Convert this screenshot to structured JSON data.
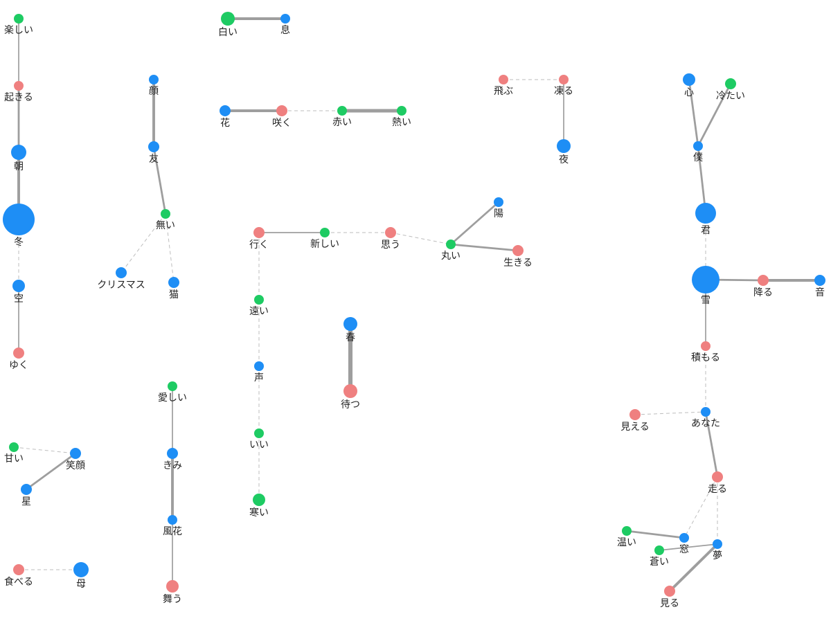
{
  "colors": {
    "noun": "#1e8ef5",
    "verb": "#ef8080",
    "adjective": "#1ecb63",
    "edge": "#9e9e9e",
    "edge_dashed": "#bdbdbd"
  },
  "nodes": [
    {
      "id": "tanoshii",
      "label": "楽しい",
      "type": "adjective"
    },
    {
      "id": "okiru",
      "label": "起きる",
      "type": "verb"
    },
    {
      "id": "asa",
      "label": "朝",
      "type": "noun"
    },
    {
      "id": "fuyu",
      "label": "冬",
      "type": "noun"
    },
    {
      "id": "sora",
      "label": "空",
      "type": "noun"
    },
    {
      "id": "yuku",
      "label": "ゆく",
      "type": "verb"
    },
    {
      "id": "shiroi",
      "label": "白い",
      "type": "adjective"
    },
    {
      "id": "iki",
      "label": "息",
      "type": "noun"
    },
    {
      "id": "hana",
      "label": "花",
      "type": "noun"
    },
    {
      "id": "saku",
      "label": "咲く",
      "type": "verb"
    },
    {
      "id": "akai",
      "label": "赤い",
      "type": "adjective"
    },
    {
      "id": "atsui",
      "label": "熱い",
      "type": "adjective"
    },
    {
      "id": "kao",
      "label": "顔",
      "type": "noun"
    },
    {
      "id": "tomo",
      "label": "友",
      "type": "noun"
    },
    {
      "id": "nai",
      "label": "無い",
      "type": "adjective"
    },
    {
      "id": "xmas",
      "label": "クリスマス",
      "type": "noun"
    },
    {
      "id": "neko",
      "label": "猫",
      "type": "noun"
    },
    {
      "id": "tobu",
      "label": "飛ぶ",
      "type": "verb"
    },
    {
      "id": "kooru",
      "label": "凍る",
      "type": "verb"
    },
    {
      "id": "yoru",
      "label": "夜",
      "type": "noun"
    },
    {
      "id": "kokoro",
      "label": "心",
      "type": "noun"
    },
    {
      "id": "tsumetai",
      "label": "冷たい",
      "type": "adjective"
    },
    {
      "id": "boku",
      "label": "僕",
      "type": "noun"
    },
    {
      "id": "kimi",
      "label": "君",
      "type": "noun"
    },
    {
      "id": "yuki",
      "label": "雪",
      "type": "noun"
    },
    {
      "id": "furu",
      "label": "降る",
      "type": "verb"
    },
    {
      "id": "oto",
      "label": "音",
      "type": "noun"
    },
    {
      "id": "tsumoru",
      "label": "積もる",
      "type": "verb"
    },
    {
      "id": "mieru",
      "label": "見える",
      "type": "verb"
    },
    {
      "id": "anata",
      "label": "あなた",
      "type": "noun"
    },
    {
      "id": "hashiru",
      "label": "走る",
      "type": "verb"
    },
    {
      "id": "nukui",
      "label": "温い",
      "type": "adjective"
    },
    {
      "id": "mado",
      "label": "窓",
      "type": "noun"
    },
    {
      "id": "aoi",
      "label": "蒼い",
      "type": "adjective"
    },
    {
      "id": "yume",
      "label": "夢",
      "type": "noun"
    },
    {
      "id": "miru",
      "label": "見る",
      "type": "verb"
    },
    {
      "id": "hi",
      "label": "陽",
      "type": "noun"
    },
    {
      "id": "iku",
      "label": "行く",
      "type": "verb"
    },
    {
      "id": "atarashii",
      "label": "新しい",
      "type": "adjective"
    },
    {
      "id": "omou",
      "label": "思う",
      "type": "verb"
    },
    {
      "id": "marui",
      "label": "丸い",
      "type": "adjective"
    },
    {
      "id": "ikiru",
      "label": "生きる",
      "type": "verb"
    },
    {
      "id": "tooi",
      "label": "遠い",
      "type": "adjective"
    },
    {
      "id": "koe",
      "label": "声",
      "type": "noun"
    },
    {
      "id": "ii",
      "label": "いい",
      "type": "adjective"
    },
    {
      "id": "samui",
      "label": "寒い",
      "type": "adjective"
    },
    {
      "id": "haru",
      "label": "春",
      "type": "noun"
    },
    {
      "id": "matsu",
      "label": "待つ",
      "type": "verb"
    },
    {
      "id": "itoshii",
      "label": "愛しい",
      "type": "adjective"
    },
    {
      "id": "kimi2",
      "label": "きみ",
      "type": "noun"
    },
    {
      "id": "kazahana",
      "label": "風花",
      "type": "noun"
    },
    {
      "id": "mau",
      "label": "舞う",
      "type": "verb"
    },
    {
      "id": "amai",
      "label": "甘い",
      "type": "adjective"
    },
    {
      "id": "egao",
      "label": "笑顔",
      "type": "noun"
    },
    {
      "id": "hoshi",
      "label": "星",
      "type": "noun"
    },
    {
      "id": "taberu",
      "label": "食べる",
      "type": "verb"
    },
    {
      "id": "haha",
      "label": "母",
      "type": "noun"
    }
  ],
  "edges": [
    {
      "source": "tanoshii",
      "target": "okiru",
      "style": "solid",
      "weight": 1
    },
    {
      "source": "okiru",
      "target": "asa",
      "style": "solid",
      "weight": 2
    },
    {
      "source": "asa",
      "target": "fuyu",
      "style": "solid",
      "weight": 3
    },
    {
      "source": "fuyu",
      "target": "sora",
      "style": "dashed",
      "weight": 1
    },
    {
      "source": "sora",
      "target": "yuku",
      "style": "solid",
      "weight": 1
    },
    {
      "source": "shiroi",
      "target": "iki",
      "style": "solid",
      "weight": 3
    },
    {
      "source": "hana",
      "target": "saku",
      "style": "solid",
      "weight": 3
    },
    {
      "source": "saku",
      "target": "akai",
      "style": "dashed",
      "weight": 1
    },
    {
      "source": "akai",
      "target": "atsui",
      "style": "solid",
      "weight": 4
    },
    {
      "source": "kao",
      "target": "tomo",
      "style": "solid",
      "weight": 3
    },
    {
      "source": "tomo",
      "target": "nai",
      "style": "solid",
      "weight": 2
    },
    {
      "source": "nai",
      "target": "xmas",
      "style": "dashed",
      "weight": 1
    },
    {
      "source": "nai",
      "target": "neko",
      "style": "dashed",
      "weight": 1
    },
    {
      "source": "tobu",
      "target": "kooru",
      "style": "dashed",
      "weight": 1
    },
    {
      "source": "kooru",
      "target": "yoru",
      "style": "solid",
      "weight": 1
    },
    {
      "source": "kokoro",
      "target": "boku",
      "style": "solid",
      "weight": 2
    },
    {
      "source": "tsumetai",
      "target": "boku",
      "style": "solid",
      "weight": 2
    },
    {
      "source": "boku",
      "target": "kimi",
      "style": "solid",
      "weight": 2
    },
    {
      "source": "kimi",
      "target": "yuki",
      "style": "dashed",
      "weight": 1
    },
    {
      "source": "yuki",
      "target": "furu",
      "style": "solid",
      "weight": 2
    },
    {
      "source": "furu",
      "target": "oto",
      "style": "solid",
      "weight": 3
    },
    {
      "source": "yuki",
      "target": "tsumoru",
      "style": "solid",
      "weight": 1
    },
    {
      "source": "tsumoru",
      "target": "anata",
      "style": "dashed",
      "weight": 1
    },
    {
      "source": "mieru",
      "target": "anata",
      "style": "dashed",
      "weight": 1
    },
    {
      "source": "anata",
      "target": "hashiru",
      "style": "solid",
      "weight": 2
    },
    {
      "source": "hashiru",
      "target": "mado",
      "style": "dashed",
      "weight": 1
    },
    {
      "source": "hashiru",
      "target": "yume",
      "style": "dashed",
      "weight": 1
    },
    {
      "source": "nukui",
      "target": "mado",
      "style": "solid",
      "weight": 2
    },
    {
      "source": "aoi",
      "target": "yume",
      "style": "solid",
      "weight": 1
    },
    {
      "source": "yume",
      "target": "miru",
      "style": "solid",
      "weight": 3
    },
    {
      "source": "hi",
      "target": "marui",
      "style": "solid",
      "weight": 2
    },
    {
      "source": "iku",
      "target": "atarashii",
      "style": "solid",
      "weight": 1
    },
    {
      "source": "atarashii",
      "target": "omou",
      "style": "dashed",
      "weight": 1
    },
    {
      "source": "omou",
      "target": "marui",
      "style": "dashed",
      "weight": 1
    },
    {
      "source": "marui",
      "target": "ikiru",
      "style": "solid",
      "weight": 2
    },
    {
      "source": "iku",
      "target": "tooi",
      "style": "dashed",
      "weight": 1
    },
    {
      "source": "tooi",
      "target": "koe",
      "style": "dashed",
      "weight": 1
    },
    {
      "source": "koe",
      "target": "ii",
      "style": "dashed",
      "weight": 1
    },
    {
      "source": "ii",
      "target": "samui",
      "style": "dashed",
      "weight": 1
    },
    {
      "source": "haru",
      "target": "matsu",
      "style": "solid",
      "weight": 5
    },
    {
      "source": "itoshii",
      "target": "kimi2",
      "style": "solid",
      "weight": 1
    },
    {
      "source": "kimi2",
      "target": "kazahana",
      "style": "solid",
      "weight": 3
    },
    {
      "source": "kazahana",
      "target": "mau",
      "style": "solid",
      "weight": 1
    },
    {
      "source": "amai",
      "target": "egao",
      "style": "dashed",
      "weight": 1
    },
    {
      "source": "egao",
      "target": "hoshi",
      "style": "solid",
      "weight": 2
    },
    {
      "source": "taberu",
      "target": "haha",
      "style": "dashed",
      "weight": 1
    }
  ]
}
